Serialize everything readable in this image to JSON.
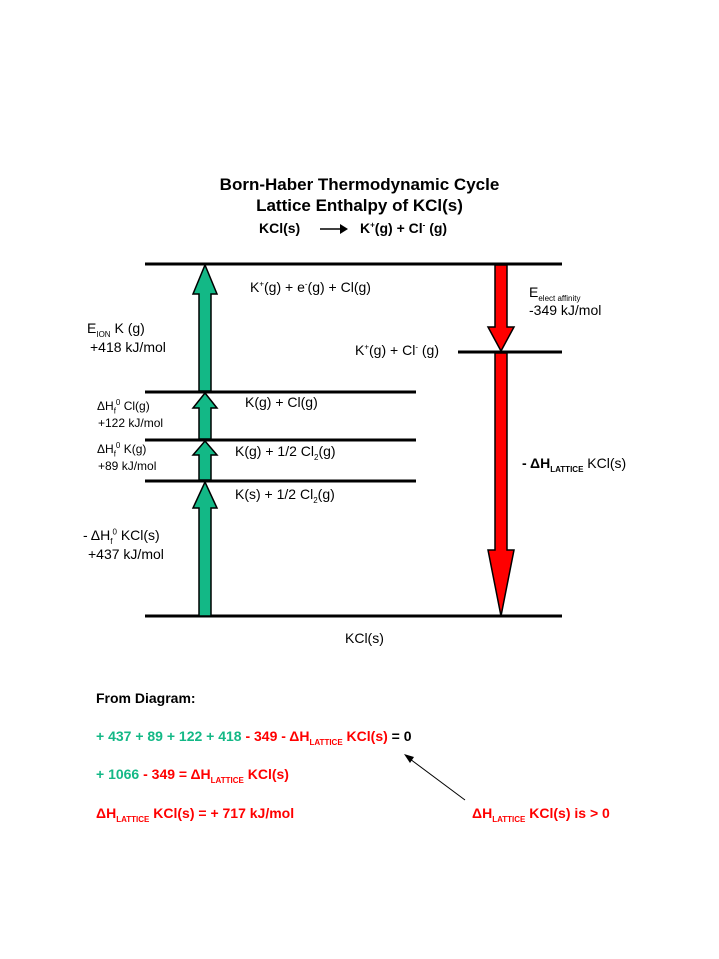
{
  "title": {
    "line1": "Born-Haber Thermodynamic Cycle",
    "line2": "Lattice Enthalpy of KCl(s)",
    "reaction_left": "KCl(s)",
    "reaction_right_k": "K",
    "reaction_right_plus": "+",
    "reaction_right_g": "(g) + Cl",
    "reaction_right_minus": "-",
    "reaction_right_end": " (g)"
  },
  "levels": {
    "top": {
      "a": "K",
      "plus": "+",
      "b": "(g) + e",
      "minus": "-",
      "c": "(g)  + Cl(g)"
    },
    "ions": {
      "a": "K",
      "plus": "+",
      "b": "(g) + Cl",
      "minus": "-",
      "c": " (g)"
    },
    "atoms": "K(g) + Cl(g)",
    "k_gas": {
      "a": "K(g) + 1/2 Cl",
      "sub": "2",
      "b": "(g)"
    },
    "k_solid": {
      "a": "K(s) + 1/2 Cl",
      "sub": "2",
      "b": "(g)"
    },
    "bottom": "KCl(s)"
  },
  "left_labels": {
    "ion": {
      "e": "E",
      "sub": "ION",
      "rest": " K (g)",
      "value": "+418 kJ/mol"
    },
    "cl": {
      "delta": "ΔH",
      "sub": "f",
      "sup": "0",
      "rest": " Cl(g)",
      "value": "+122 kJ/mol"
    },
    "k": {
      "delta": "ΔH",
      "sub": "f",
      "sup": "0",
      "rest": " K(g)",
      "value": "+89 kJ/mol"
    },
    "kcl": {
      "delta": "- ΔH",
      "sub": "f",
      "sup": "0",
      "rest": " KCl(s)",
      "value": "+437 kJ/mol"
    }
  },
  "right_labels": {
    "ea": {
      "e": "E",
      "sub": "elect affinity",
      "value": "-349 kJ/mol"
    },
    "lattice": {
      "a": "- ΔH",
      "sub": "LATTICE",
      "b": " KCl(s)"
    }
  },
  "calc": {
    "heading": "From Diagram:",
    "line1_green": "+ 437 + 89  + 122 + 418",
    "line1_red": "  -  349  - ΔH",
    "line1_sub": "LATTICE",
    "line1_red2": " KCl(s)",
    "line1_end": "  =  0",
    "line2_green": "+ 1066",
    "line2_red": " -  349  = ΔH",
    "line2_sub": "LATTICE",
    "line2_red2": " KCl(s)",
    "line3_a": "ΔH",
    "line3_sub": "LATTICE",
    "line3_b": " KCl(s) =  + 717 kJ/mol",
    "note_a": "ΔH",
    "note_sub": "LATTICE",
    "note_b": " KCl(s) is > 0"
  },
  "colors": {
    "green": "#13b886",
    "red": "#ff0000",
    "line": "#000000"
  }
}
